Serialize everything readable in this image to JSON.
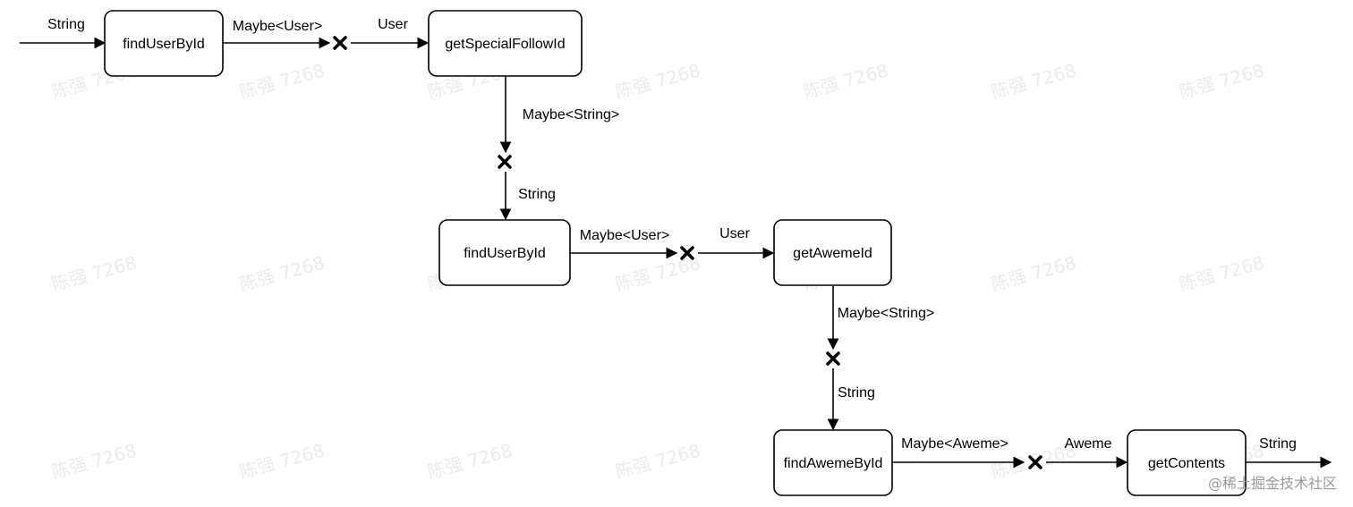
{
  "nodes": {
    "find_user_1": "findUserById",
    "get_special_follow": "getSpecialFollowId",
    "find_user_2": "findUserById",
    "get_aweme_id": "getAwemeId",
    "find_aweme": "findAwemeById",
    "get_contents": "getContents"
  },
  "edge_labels": {
    "input_string": "String",
    "maybe_user_1": "Maybe<User>",
    "user_1": "User",
    "maybe_string_1": "Maybe<String>",
    "string_1": "String",
    "maybe_user_2": "Maybe<User>",
    "user_2": "User",
    "maybe_string_2": "Maybe<String>",
    "string_2": "String",
    "maybe_aweme": "Maybe<Aweme>",
    "aweme": "Aweme",
    "output_string": "String"
  },
  "watermark": "陈强 7268",
  "footer_credit": "@稀土掘金技术社区",
  "colors": {
    "stroke": "#000000",
    "watermark": "#ebebeb",
    "footer": "#9a9a9a"
  }
}
